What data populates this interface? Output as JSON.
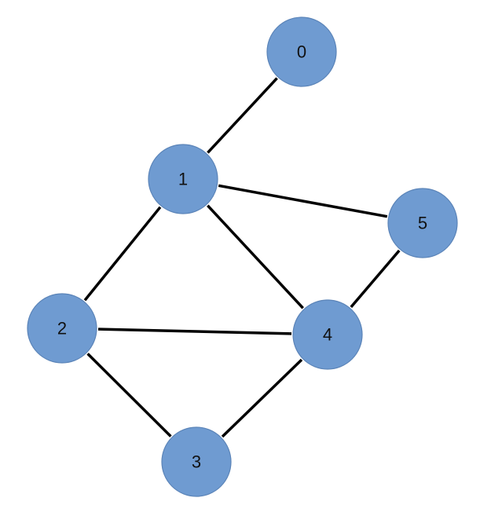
{
  "graph": {
    "node_color": "#6f9bd1",
    "edge_color": "#000000",
    "nodes": [
      {
        "id": "0",
        "label": "0"
      },
      {
        "id": "1",
        "label": "1"
      },
      {
        "id": "2",
        "label": "2"
      },
      {
        "id": "3",
        "label": "3"
      },
      {
        "id": "4",
        "label": "4"
      },
      {
        "id": "5",
        "label": "5"
      }
    ],
    "edges": [
      {
        "from": "0",
        "to": "1"
      },
      {
        "from": "1",
        "to": "5"
      },
      {
        "from": "1",
        "to": "2"
      },
      {
        "from": "1",
        "to": "4"
      },
      {
        "from": "5",
        "to": "4"
      },
      {
        "from": "2",
        "to": "4"
      },
      {
        "from": "2",
        "to": "3"
      },
      {
        "from": "3",
        "to": "4"
      }
    ]
  }
}
